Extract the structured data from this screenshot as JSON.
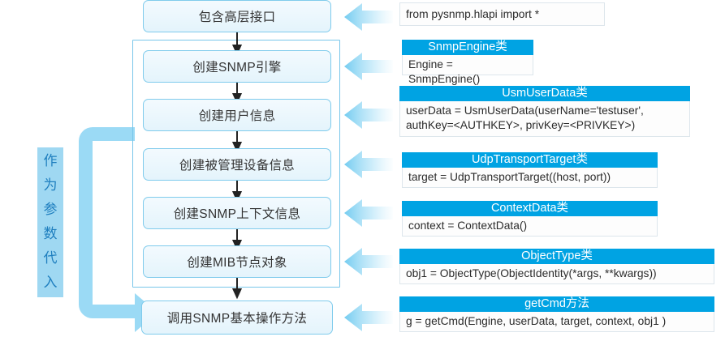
{
  "side_label": {
    "name": "as-parameter-label",
    "chars": [
      "作",
      "为",
      "参",
      "数",
      "代",
      "入"
    ],
    "full_text": "作为参数代入",
    "bg_color": "#9FD8F2",
    "text_color": "#1F7FBF"
  },
  "flow": {
    "nodes": [
      {
        "id": "node-include-hlapi",
        "label": "包含高层接口"
      },
      {
        "id": "node-create-engine",
        "label": "创建SNMP引擎"
      },
      {
        "id": "node-create-user",
        "label": "创建用户信息"
      },
      {
        "id": "node-create-target",
        "label": "创建被管理设备信息"
      },
      {
        "id": "node-create-context",
        "label": "创建SNMP上下文信息"
      },
      {
        "id": "node-create-mib",
        "label": "创建MIB节点对象"
      },
      {
        "id": "node-call-operation",
        "label": "调用SNMP基本操作方法"
      }
    ],
    "box_fill": "#E8F5FC",
    "box_border": "#7FCBEC",
    "group_border": "#79C6EA"
  },
  "code_blocks": [
    {
      "id": "code-import",
      "header": "",
      "has_header": false,
      "code": "from pysnmp.hlapi import *"
    },
    {
      "id": "code-snmp-engine",
      "header": "SnmpEngine类",
      "has_header": true,
      "code": "Engine = SnmpEngine()"
    },
    {
      "id": "code-usm-user-data",
      "header": "UsmUserData类",
      "has_header": true,
      "code": "userData = UsmUserData(userName='testuser',\n  authKey=<AUTHKEY>, privKey=<PRIVKEY>)"
    },
    {
      "id": "code-udp-transport-target",
      "header": "UdpTransportTarget类",
      "has_header": true,
      "code": "target = UdpTransportTarget((host, port))"
    },
    {
      "id": "code-context-data",
      "header": "ContextData类",
      "has_header": true,
      "code": "context = ContextData()"
    },
    {
      "id": "code-object-type",
      "header": "ObjectType类",
      "has_header": true,
      "code": "obj1 = ObjectType(ObjectIdentity(*args, **kwargs))"
    },
    {
      "id": "code-get-cmd",
      "header": "getCmd方法",
      "has_header": true,
      "code": "g = getCmd(Engine, userData, target, context, obj1 )"
    }
  ],
  "colors": {
    "header_blue": "#00A3E3",
    "arrow_blue": "#7FD0F0",
    "loop_arrow": "#9BDAF5",
    "connector": "#222222"
  }
}
